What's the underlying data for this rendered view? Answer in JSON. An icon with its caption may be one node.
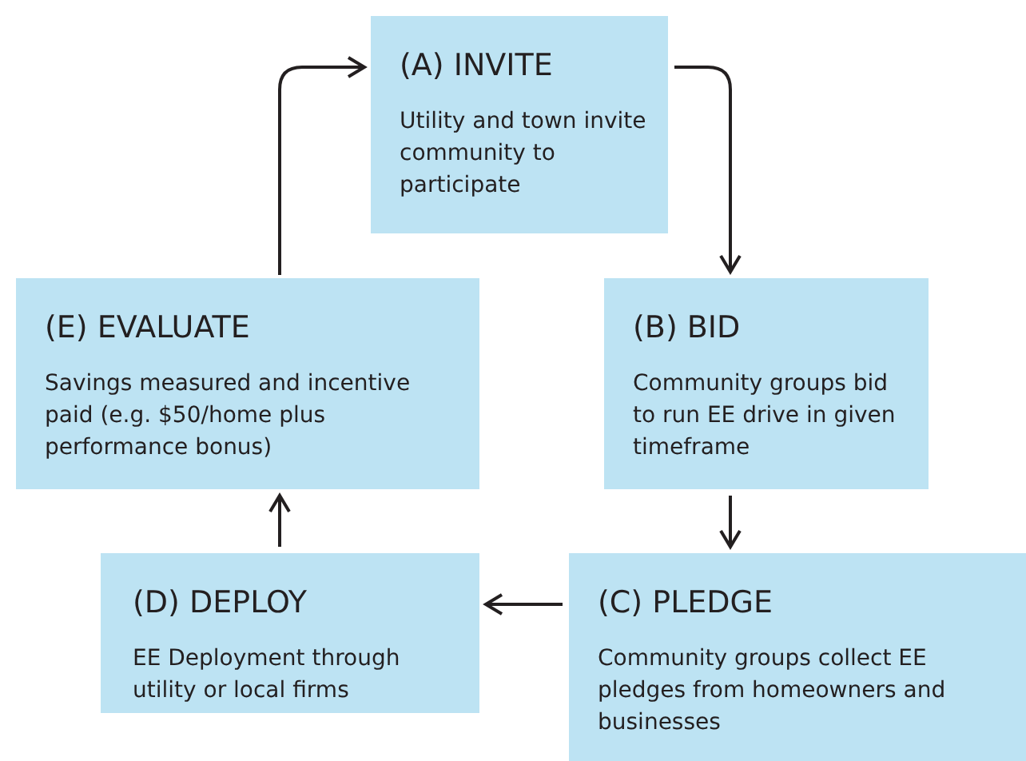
{
  "diagram": {
    "nodes": [
      {
        "text": [
          "(A) INVITE",
          "Utility and town invite community to participate"
        ]
      },
      {
        "text": [
          "(B) BID",
          "Community groups bid to run EE drive in given timeframe"
        ]
      },
      {
        "text": [
          "(C) PLEDGE",
          "Community groups collect EE pledges from homeowners and businesses"
        ]
      },
      {
        "text": [
          "(D) DEPLOY",
          "EE Deployment through utility or local firms"
        ]
      },
      {
        "text": [
          "(E) EVALUATE",
          "Savings measured and incentive paid (e.g. $50/home plus performance bonus)"
        ]
      }
    ],
    "edges": [
      {
        "from": 4,
        "to": 0,
        "arrow": "to"
      },
      {
        "from": 0,
        "to": 1,
        "arrow": "to"
      },
      {
        "from": 1,
        "to": 2,
        "arrow": "to"
      },
      {
        "from": 2,
        "to": 3,
        "arrow": "to"
      },
      {
        "from": 3,
        "to": 4,
        "arrow": "to"
      }
    ]
  }
}
